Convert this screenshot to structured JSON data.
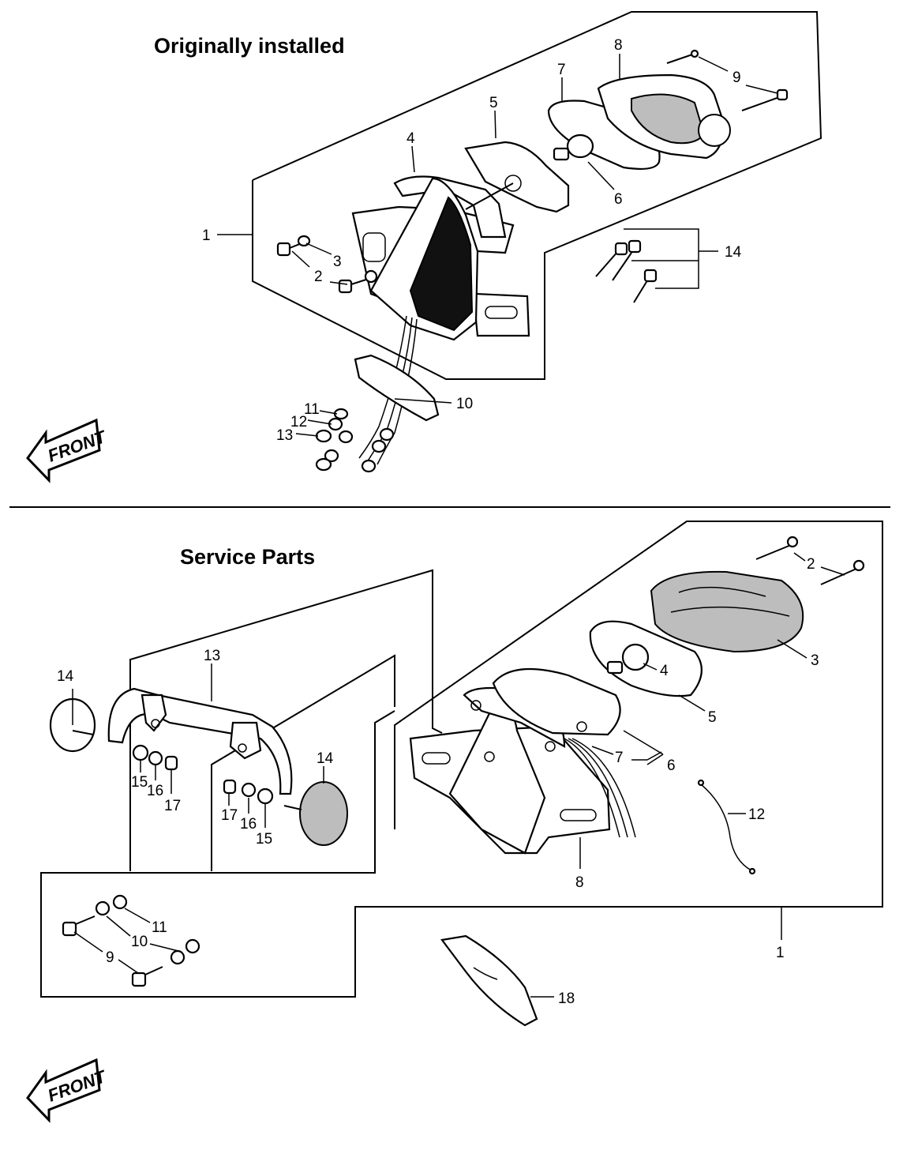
{
  "sections": {
    "top_title": "Originally installed",
    "bottom_title": "Service Parts"
  },
  "front_label": "FRONT",
  "top_labels": {
    "l1": "1",
    "l2": "2",
    "l3": "3",
    "l4": "4",
    "l5": "5",
    "l6": "6",
    "l7": "7",
    "l8": "8",
    "l9": "9",
    "l10": "10",
    "l11": "11",
    "l12": "12",
    "l13": "13",
    "l14": "14"
  },
  "bottom_labels": {
    "l1": "1",
    "l2": "2",
    "l3": "3",
    "l4": "4",
    "l5": "5",
    "l6": "6",
    "l7": "7",
    "l8": "8",
    "l9": "9",
    "l10": "10",
    "l11": "11",
    "l12": "12",
    "l13": "13",
    "l14a": "14",
    "l14b": "14",
    "l15a": "15",
    "l15b": "15",
    "l16a": "16",
    "l16b": "16",
    "l17a": "17",
    "l17b": "17",
    "l18": "18"
  }
}
